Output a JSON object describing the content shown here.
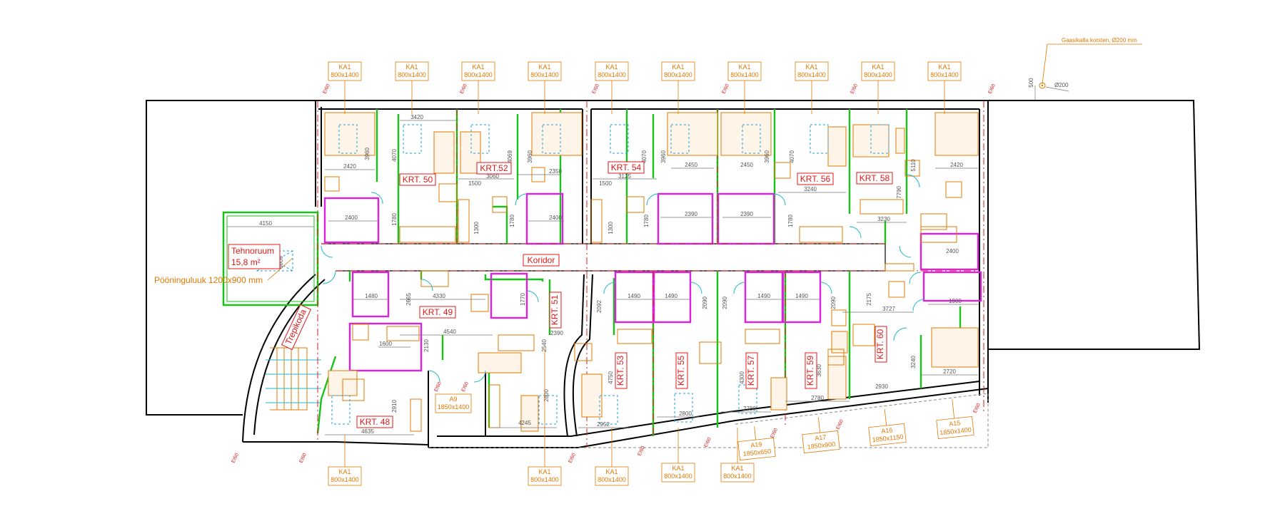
{
  "rooms": {
    "apartments": [
      "KRT. 48",
      "KRT. 49",
      "KRT. 50",
      "KRT. 51",
      "KRT.52",
      "KRT. 53",
      "KRT. 54",
      "KRT. 55",
      "KRT. 56",
      "KRT. 57",
      "KRT. 58",
      "KRT. 59",
      "KRT. 60"
    ],
    "corridor": "Koridor",
    "stair": "Trepikoda",
    "tech_room_line1": "Tehnoruum",
    "tech_room_line2": "15,8 m²",
    "attic_hatch": "Pööninguluuk 1200x900 mm",
    "chimney_note": "Gaasikatla korsten, Ø200 mm",
    "chimney_dim": "Ø200",
    "chimney_offset": "500"
  },
  "windows": {
    "ka_code": "KA1",
    "ka_size": "800x1400",
    "a9_code": "A9",
    "a9_size": "1850x1400",
    "a15_code": "A15",
    "a15_size": "1850x1400",
    "a16_code": "A16",
    "a16_size": "1850x1150",
    "a17_code": "A17",
    "a17_size": "1850x900",
    "a19_code": "A19",
    "a19_size": "1850x650"
  },
  "fire_rating": "EI60",
  "dimensions": {
    "d4150": "4150",
    "d3420": "3420",
    "d2420": "2420",
    "d3960": "3960",
    "d4070": "4070",
    "d2400": "2400",
    "d1780": "1780",
    "d3060": "3060",
    "d1500": "1500",
    "d1300": "1300",
    "d4069": "4069",
    "d2350": "2350",
    "d3125": "3125",
    "d2450": "2450",
    "d2390": "2390",
    "d3240": "3240",
    "d3230": "3230",
    "d5110": "5110",
    "d7790": "7790",
    "d1480": "1480",
    "d4330": "4330",
    "d2665": "2665",
    "d4540": "4540",
    "d1600": "1600",
    "d2130": "2130",
    "d2910": "2910",
    "d4635": "4635",
    "d1770": "1770",
    "d2540": "2540",
    "d2800": "2800",
    "d4245": "4245",
    "d2952": "2952",
    "d1490": "1490",
    "d2092": "2092",
    "d4750": "4750",
    "d4300": "4300",
    "d2780": "2780",
    "d3630": "3630",
    "d2090": "2090",
    "d3727": "3727",
    "d1900": "1900",
    "d2175": "2175",
    "d2720": "2720",
    "d2930": "2930",
    "d6000": "6000"
  }
}
